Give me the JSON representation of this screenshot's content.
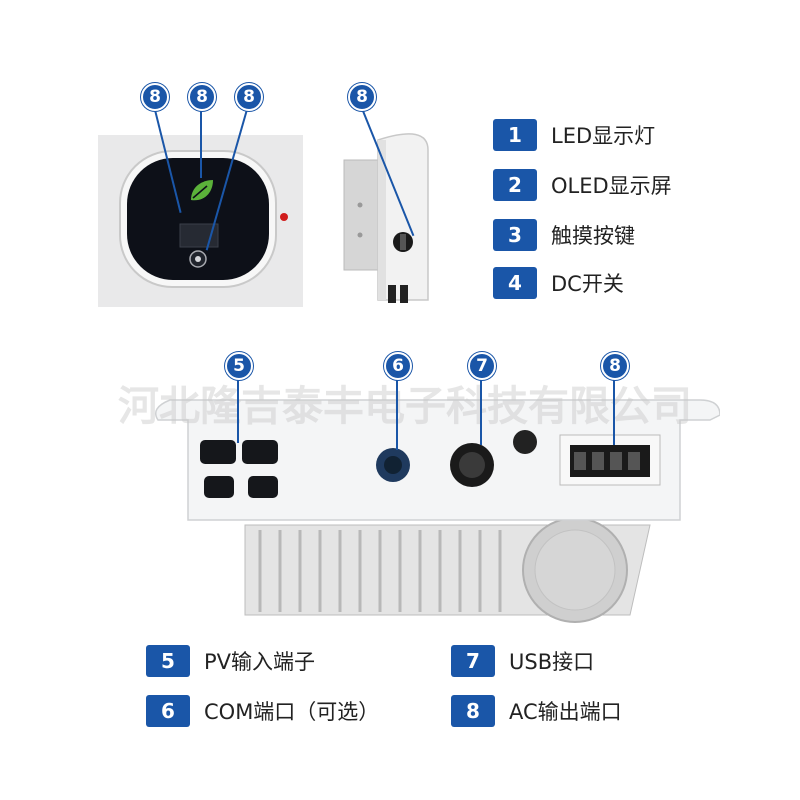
{
  "legend_top": [
    {
      "number": "1",
      "label": "LED显示灯"
    },
    {
      "number": "2",
      "label": "OLED显示屏"
    },
    {
      "number": "3",
      "label": "触摸按键"
    },
    {
      "number": "4",
      "label": "DC开关"
    }
  ],
  "legend_bottom_left": [
    {
      "number": "5",
      "label": "PV输入端子"
    },
    {
      "number": "6",
      "label": "COM端口（可选）"
    }
  ],
  "legend_bottom_right": [
    {
      "number": "7",
      "label": "USB接口"
    },
    {
      "number": "8",
      "label": "AC输出端口"
    }
  ],
  "callouts": {
    "front_a": "8",
    "front_b": "8",
    "front_c": "8",
    "side": "8",
    "bottom_pv": "5",
    "bottom_com": "6",
    "bottom_usb": "7",
    "bottom_ac": "8"
  },
  "watermark": "河北隆吉泰丰电子科技有限公司",
  "colors": {
    "accent": "#1a56a8",
    "panel_black": "#0d1018",
    "leaf_green": "#5bb23a",
    "case_white": "#f4f5f6"
  }
}
